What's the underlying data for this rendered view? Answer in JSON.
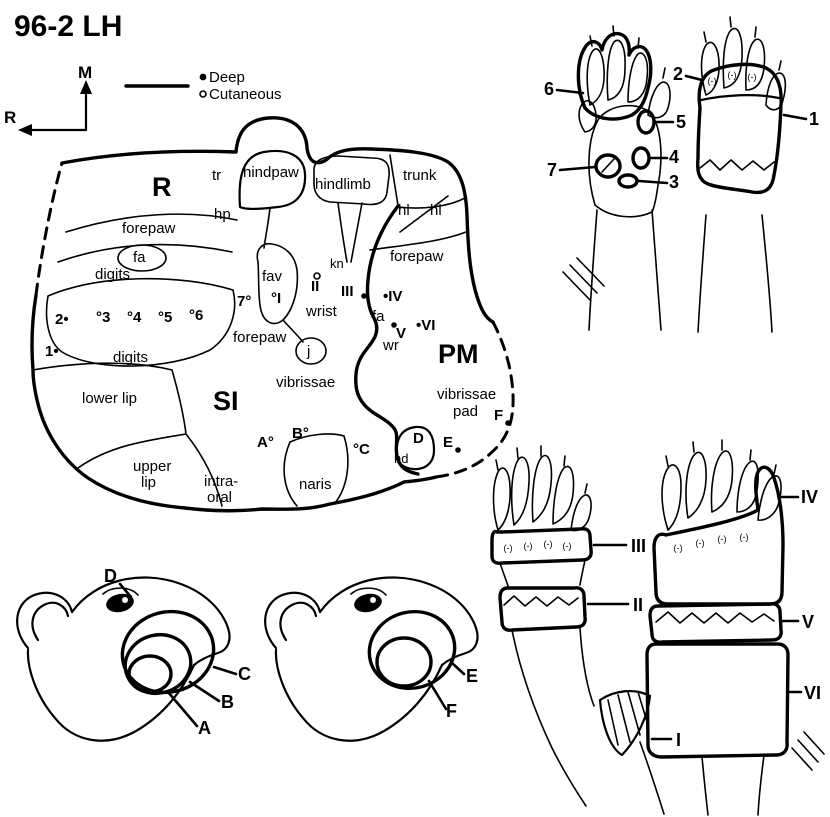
{
  "title": "96-2 LH",
  "compass": {
    "medial": "M",
    "rostral": "R"
  },
  "legend": {
    "deep_label": "Deep",
    "cutaneous_label": "Cutaneous"
  },
  "colors": {
    "ink": "#000000",
    "paper": "#ffffff"
  },
  "map": {
    "big_labels": {
      "R": "R",
      "SI": "SI",
      "PM": "PM"
    },
    "regions": {
      "tr": "tr",
      "hindpaw": "hindpaw",
      "hindlimb": "hindlimb",
      "trunk": "trunk",
      "hp": "hp",
      "hl_left": "hl",
      "hl_right": "hl",
      "forepaw_upper": "forepaw",
      "fa_upper": "fa",
      "digits_upper": "digits",
      "digits_lower": "digits",
      "fav": "fav",
      "kn": "kn",
      "wrist": "wrist",
      "forepaw_mid": "forepaw",
      "j": "j",
      "forepaw_pm": "forepaw",
      "fa_pm": "fa",
      "wr": "wr",
      "hd": "hd",
      "vibrissae": "vibrissae",
      "vibrissae_pad_line1": "vibrissae",
      "vibrissae_pad_line2": "pad",
      "lower_lip": "lower lip",
      "upper_lip_line1": "upper",
      "upper_lip_line2": "lip",
      "intra_oral_line1": "intra-",
      "intra_oral_line2": "oral",
      "naris": "naris"
    },
    "sites": {
      "n1": "1•",
      "n2": "2•",
      "n3": "°3",
      "n4": "°4",
      "n5": "°5",
      "n6": "°6",
      "n7": "7°",
      "rI": "°I",
      "rII": "II",
      "rIII": "III",
      "rIV": "•IV",
      "rV": "V",
      "rVI": "•VI",
      "A": "A°",
      "B": "B°",
      "C": "°C",
      "D": "D",
      "E": "E",
      "F": "F"
    }
  },
  "pad_mark": "(-)",
  "paw_figure": {
    "labels": {
      "1": "1",
      "2": "2",
      "3": "3",
      "4": "4",
      "5": "5",
      "6": "6",
      "7": "7"
    }
  },
  "face_figure": {
    "labels": {
      "A": "A",
      "B": "B",
      "C": "C",
      "D": "D",
      "E": "E",
      "F": "F"
    }
  },
  "limb_figure": {
    "labels": {
      "I": "I",
      "II": "II",
      "III": "III",
      "IV": "IV",
      "V": "V",
      "VI": "VI"
    }
  }
}
